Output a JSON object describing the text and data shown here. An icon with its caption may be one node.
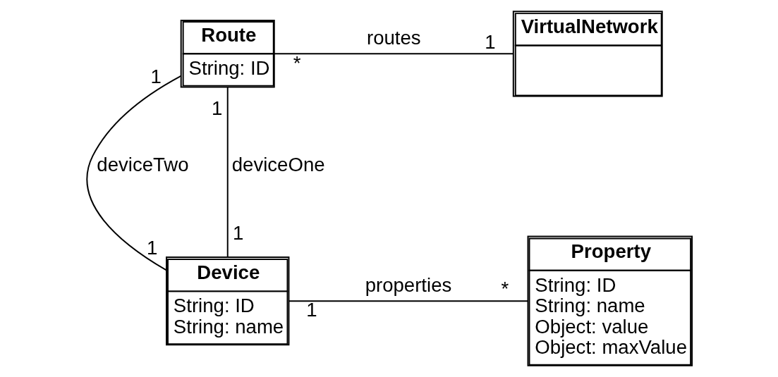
{
  "diagram": {
    "nodes": [
      {
        "text": [
          "Route",
          "String: ID"
        ]
      },
      {
        "text": [
          "VirtualNetwork"
        ]
      },
      {
        "text": [
          "Device",
          "String: ID",
          "String: name"
        ]
      },
      {
        "text": [
          "Property",
          "String: ID",
          "String: name",
          "Object: value",
          "Object: maxValue"
        ]
      }
    ],
    "edges": [
      {
        "from": 0,
        "to": 1,
        "arrow": "none",
        "label": "routes"
      },
      {
        "from": 0,
        "to": 2,
        "arrow": "none",
        "label": "deviceTwo"
      },
      {
        "from": 0,
        "to": 2,
        "arrow": "none",
        "label": "deviceOne"
      },
      {
        "from": 2,
        "to": 3,
        "arrow": "none",
        "label": "properties"
      }
    ],
    "labels": [
      "*",
      "1",
      "1",
      "1",
      "1",
      "1",
      "1",
      "*"
    ]
  }
}
